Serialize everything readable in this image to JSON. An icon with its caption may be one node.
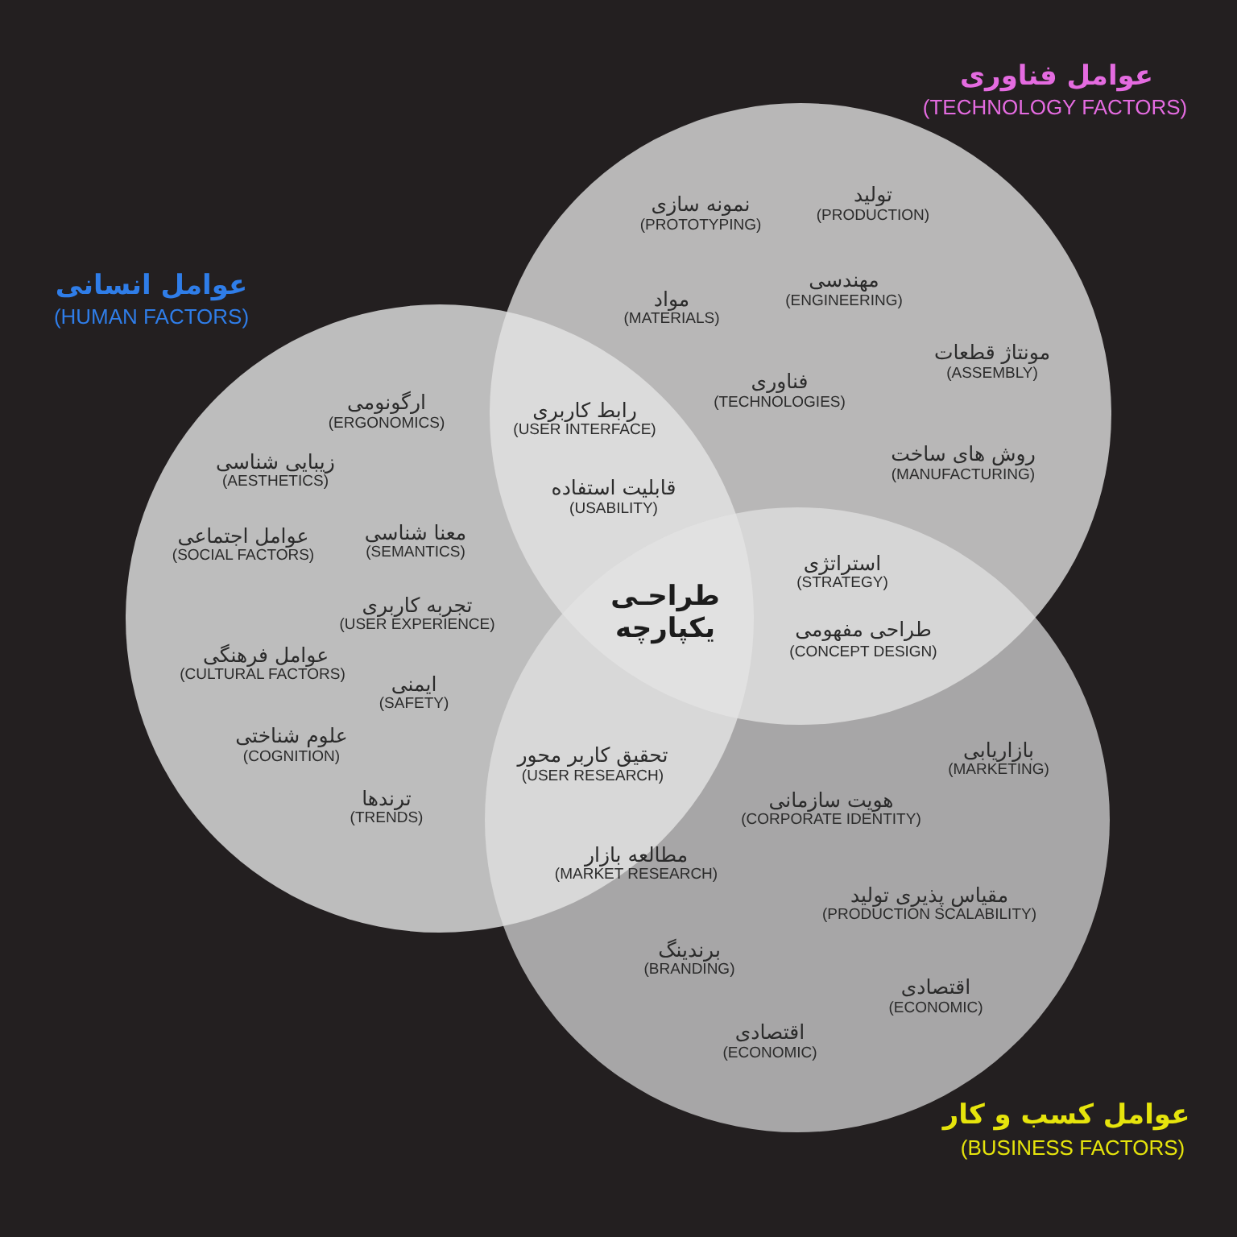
{
  "diagram": {
    "nodes": [
      {
        "text": [
          "عوامل فناوری",
          "(TECHNOLOGY FACTORS)",
          "تولید",
          "(PRODUCTION)",
          "نمونه سازی",
          "(PROTOTYPING)",
          "مهندسی",
          "(ENGINEERING)",
          "مواد",
          "(MATERIALS)",
          "مونتاژ قطعات",
          "(ASSEMBLY)",
          "فناوری",
          "(TECHNOLOGIES)",
          "روش های ساخت",
          "(MANUFACTURING)"
        ]
      },
      {
        "text": [
          "عوامل انسانی",
          "(HUMAN FACTORS)",
          "ارگونومی",
          "(ERGONOMICS)",
          "زیبایی شناسی",
          "(AESTHETICS)",
          "معنا شناسی",
          "(SEMANTICS)",
          "عوامل اجتماعی",
          "(SOCIAL FACTORS)",
          "تجربه کاربری",
          "(USER EXPERIENCE)",
          "عوامل فرهنگی",
          "(CULTURAL FACTORS)",
          "ایمنی",
          "(SAFETY)",
          "علوم شناختی",
          "(COGNITION)",
          "ترندها",
          "(TRENDS)"
        ]
      },
      {
        "text": [
          "بازاریابی",
          "(MARKETING)",
          "هویت سازمانی",
          "(CORPORATE IDENTITY)",
          "مقیاس پذیری تولید",
          "(PRODUCTION SCALABILITY)",
          "برندینگ",
          "(BRANDING)",
          "اقتصادی",
          "(ECONOMIC)",
          "اقتصادی",
          "(ECONOMIC)",
          "عوامل کسب و کار",
          "(BUSINESS FACTORS)"
        ]
      }
    ],
    "labels": [
      "رابط کاربری",
      "(USER INTERFACE)",
      "قابلیت استفاده",
      "(USABILITY)",
      "استراتژی",
      "(STRATEGY)",
      "طراحـی یکپارچه",
      "طراحی مفهومی",
      "(CONCEPT DESIGN)",
      "تحقیق کاربر محور",
      "(USER RESEARCH)",
      "مطالعه بازار",
      "(MARKET RESEARCH)"
    ]
  }
}
